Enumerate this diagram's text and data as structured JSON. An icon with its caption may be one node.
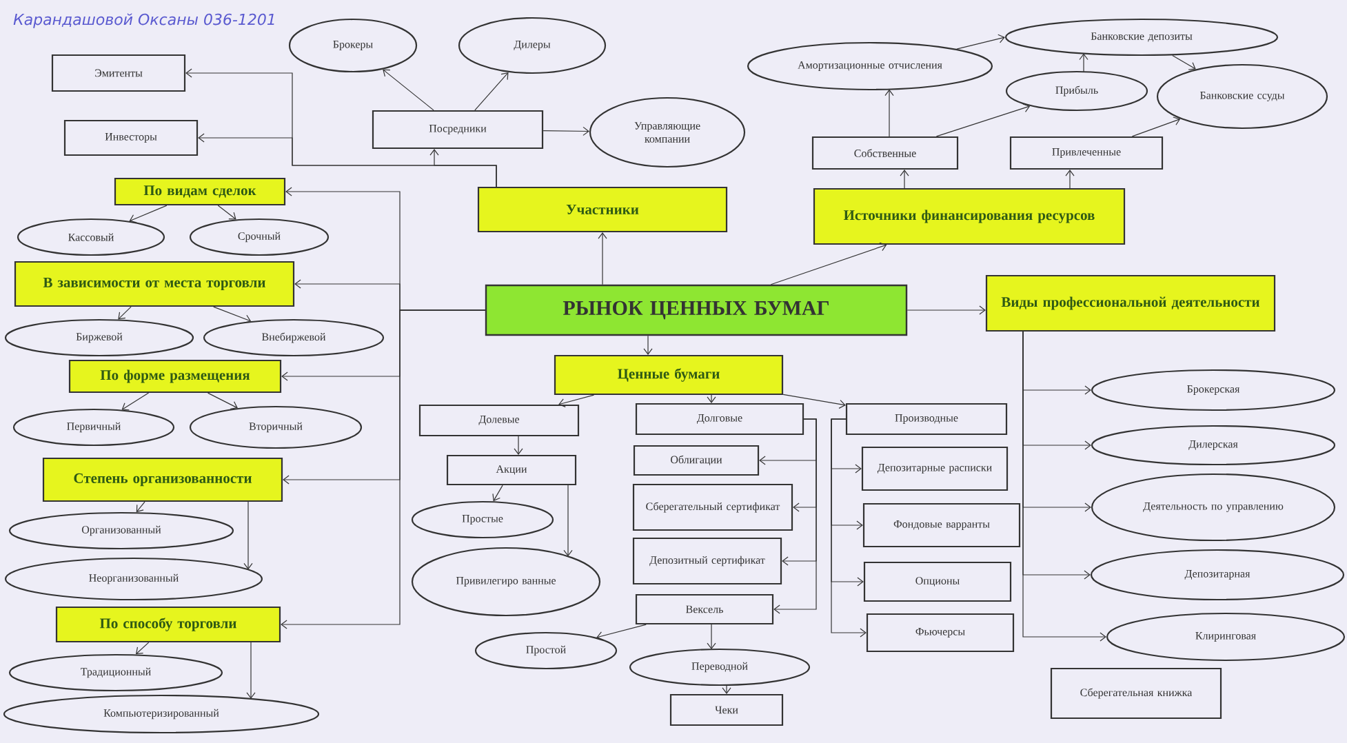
{
  "diagram": {
    "nodes": [
      {
        "text": [
          "Эмитенты"
        ]
      },
      {
        "text": [
          "Инвесторы"
        ]
      },
      {
        "text": [
          "Брокеры"
        ]
      },
      {
        "text": [
          "Дилеры"
        ]
      },
      {
        "text": [
          "Посредники"
        ]
      },
      {
        "text": [
          "Управляющие компании"
        ]
      },
      {
        "text": [
          "Банковские депозиты"
        ]
      },
      {
        "text": [
          "Амортизационные отчисления"
        ]
      },
      {
        "text": [
          "Прибыль"
        ]
      },
      {
        "text": [
          "Банковские ссуды"
        ]
      },
      {
        "text": [
          "Собственные"
        ]
      },
      {
        "text": [
          "Привлеченные"
        ]
      },
      {
        "text": [
          "Участники"
        ]
      },
      {
        "text": [
          "Источники финансирования ресурсов"
        ]
      },
      {
        "text": [
          "По видам сделок"
        ]
      },
      {
        "text": [
          "Кассовый"
        ]
      },
      {
        "text": [
          "Срочный"
        ]
      },
      {
        "text": [
          "В зависимости от места торговли"
        ]
      },
      {
        "text": [
          "РЫНОК ЦЕННЫХ БУМАГ"
        ]
      },
      {
        "text": [
          "Виды профессиональной деятельности"
        ]
      },
      {
        "text": [
          "Биржевой"
        ]
      },
      {
        "text": [
          "Внебиржевой"
        ]
      },
      {
        "text": [
          "По форме размещения"
        ]
      },
      {
        "text": [
          "Первичный"
        ]
      },
      {
        "text": [
          "Вторичный"
        ]
      },
      {
        "text": [
          "Степень организованности"
        ]
      },
      {
        "text": [
          "Организованный"
        ]
      },
      {
        "text": [
          "Неорганизованный"
        ]
      },
      {
        "text": [
          "По способу торговли"
        ]
      },
      {
        "text": [
          "Традиционный"
        ]
      },
      {
        "text": [
          "Компьютеризированный"
        ]
      },
      {
        "text": [
          "Ценные бумаги"
        ]
      },
      {
        "text": [
          "Долевые"
        ]
      },
      {
        "text": [
          "Долговые"
        ]
      },
      {
        "text": [
          "Производные"
        ]
      },
      {
        "text": [
          "Акции"
        ]
      },
      {
        "text": [
          "Облигации"
        ]
      },
      {
        "text": [
          "Депозитарные расписки"
        ]
      },
      {
        "text": [
          "Простые"
        ]
      },
      {
        "text": [
          "Сберегательный сертификат"
        ]
      },
      {
        "text": [
          "Фондовые варранты"
        ]
      },
      {
        "text": [
          "Привилегиро ванные"
        ]
      },
      {
        "text": [
          "Депозитный сертификат"
        ]
      },
      {
        "text": [
          "Опционы"
        ]
      },
      {
        "text": [
          "Вексель"
        ]
      },
      {
        "text": [
          "Фьючерсы"
        ]
      },
      {
        "text": [
          "Простой"
        ]
      },
      {
        "text": [
          "Переводной"
        ]
      },
      {
        "text": [
          "Чеки"
        ]
      },
      {
        "text": [
          "Брокерская"
        ]
      },
      {
        "text": [
          "Дилерская"
        ]
      },
      {
        "text": [
          "Деятельность по управлению"
        ]
      },
      {
        "text": [
          "Депозитарная"
        ]
      },
      {
        "text": [
          "Клиринговая"
        ]
      },
      {
        "text": [
          "Сберегательная книжка"
        ]
      }
    ],
    "edges": [
      {
        "from": 12,
        "to": 0,
        "arrow": "to"
      },
      {
        "from": 12,
        "to": 1,
        "arrow": "to"
      },
      {
        "from": 12,
        "to": 4,
        "arrow": "to"
      },
      {
        "from": 4,
        "to": 2,
        "arrow": "to"
      },
      {
        "from": 4,
        "to": 3,
        "arrow": "to"
      },
      {
        "from": 4,
        "to": 5,
        "arrow": "to"
      },
      {
        "from": 18,
        "to": 12,
        "arrow": "to"
      },
      {
        "from": 18,
        "to": 13,
        "arrow": "to"
      },
      {
        "from": 13,
        "to": 10,
        "arrow": "to"
      },
      {
        "from": 13,
        "to": 11,
        "arrow": "to"
      },
      {
        "from": 10,
        "to": 7,
        "arrow": "to"
      },
      {
        "from": 10,
        "to": 8,
        "arrow": "to"
      },
      {
        "from": 7,
        "to": 6,
        "arrow": "to"
      },
      {
        "from": 8,
        "to": 6,
        "arrow": "to"
      },
      {
        "from": 6,
        "to": 9,
        "arrow": "to"
      },
      {
        "from": 11,
        "to": 9,
        "arrow": "to"
      },
      {
        "from": 18,
        "to": 19,
        "arrow": "to"
      },
      {
        "from": 18,
        "to": 14,
        "arrow": "to"
      },
      {
        "from": 18,
        "to": 17,
        "arrow": "to"
      },
      {
        "from": 18,
        "to": 22,
        "arrow": "to"
      },
      {
        "from": 18,
        "to": 25,
        "arrow": "to"
      },
      {
        "from": 18,
        "to": 28,
        "arrow": "to"
      },
      {
        "from": 14,
        "to": 15,
        "arrow": "to"
      },
      {
        "from": 14,
        "to": 16,
        "arrow": "to"
      },
      {
        "from": 17,
        "to": 20,
        "arrow": "to"
      },
      {
        "from": 17,
        "to": 21,
        "arrow": "to"
      },
      {
        "from": 22,
        "to": 23,
        "arrow": "to"
      },
      {
        "from": 22,
        "to": 24,
        "arrow": "to"
      },
      {
        "from": 25,
        "to": 26,
        "arrow": "to"
      },
      {
        "from": 25,
        "to": 27,
        "arrow": "to"
      },
      {
        "from": 28,
        "to": 29,
        "arrow": "to"
      },
      {
        "from": 28,
        "to": 30,
        "arrow": "to"
      },
      {
        "from": 18,
        "to": 31,
        "arrow": "to"
      },
      {
        "from": 31,
        "to": 32,
        "arrow": "to"
      },
      {
        "from": 31,
        "to": 33,
        "arrow": "to"
      },
      {
        "from": 31,
        "to": 34,
        "arrow": "to"
      },
      {
        "from": 32,
        "to": 35,
        "arrow": "to"
      },
      {
        "from": 35,
        "to": 38,
        "arrow": "to"
      },
      {
        "from": 35,
        "to": 41,
        "arrow": "to"
      },
      {
        "from": 33,
        "to": 36,
        "arrow": "to"
      },
      {
        "from": 33,
        "to": 39,
        "arrow": "to"
      },
      {
        "from": 33,
        "to": 42,
        "arrow": "to"
      },
      {
        "from": 33,
        "to": 44,
        "arrow": "to"
      },
      {
        "from": 44,
        "to": 46,
        "arrow": "to"
      },
      {
        "from": 44,
        "to": 47,
        "arrow": "to"
      },
      {
        "from": 47,
        "to": 48,
        "arrow": "to"
      },
      {
        "from": 34,
        "to": 37,
        "arrow": "to"
      },
      {
        "from": 34,
        "to": 40,
        "arrow": "to"
      },
      {
        "from": 34,
        "to": 43,
        "arrow": "to"
      },
      {
        "from": 34,
        "to": 45,
        "arrow": "to"
      },
      {
        "from": 19,
        "to": 49,
        "arrow": "to"
      },
      {
        "from": 19,
        "to": 50,
        "arrow": "to"
      },
      {
        "from": 19,
        "to": 51,
        "arrow": "to"
      },
      {
        "from": 19,
        "to": 52,
        "arrow": "to"
      },
      {
        "from": 19,
        "to": 53,
        "arrow": "to"
      }
    ],
    "labels": [
      "Карандашовой Оксаны 036-1201"
    ]
  }
}
